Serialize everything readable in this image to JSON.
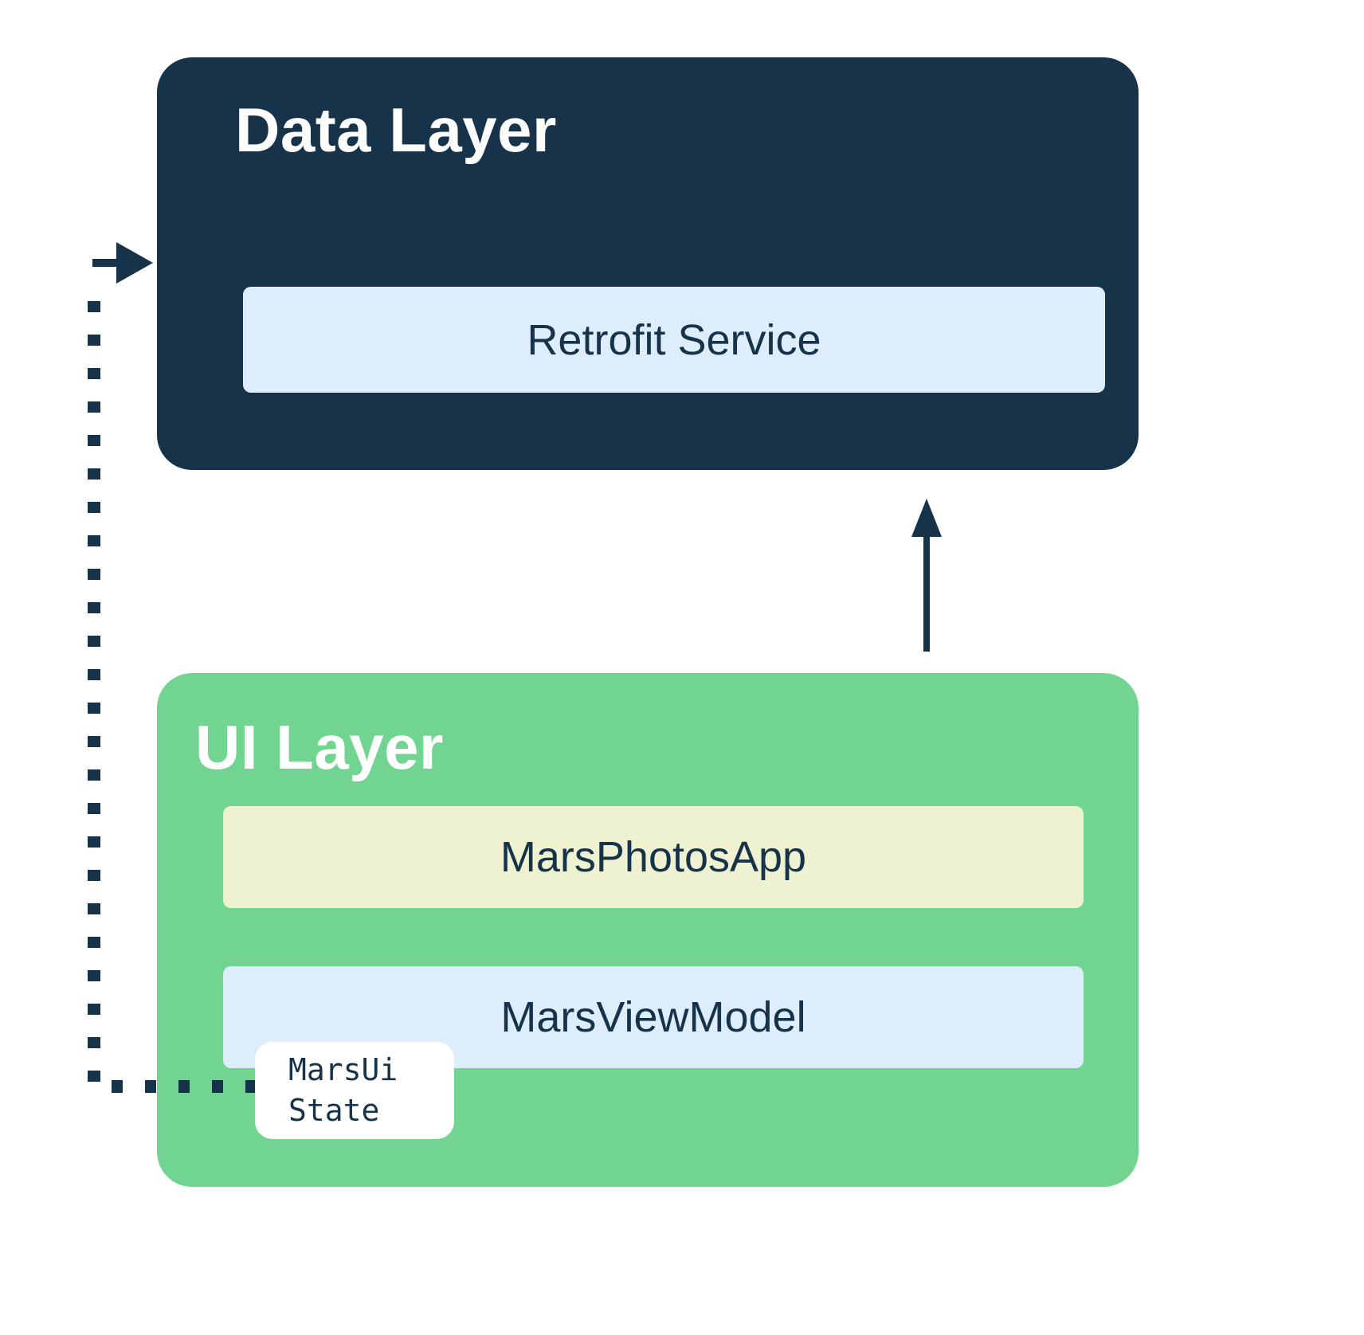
{
  "diagram": {
    "data_layer": {
      "title": "Data Layer",
      "children": {
        "retrofit_service": "Retrofit Service"
      }
    },
    "ui_layer": {
      "title": "UI Layer",
      "children": {
        "mars_photos_app": "MarsPhotosApp",
        "mars_view_model": "MarsViewModel",
        "mars_ui_state": "MarsUi\nState"
      }
    },
    "arrows": {
      "solid_arrow": "ui-layer-to-data-layer",
      "dotted_arrow": "mars-ui-state-to-data-layer"
    },
    "colors": {
      "dark_navy": "#16334a",
      "green": "#71d491",
      "light_blue": "#ddedfc",
      "light_yellow": "#eef2d0",
      "white": "#ffffff"
    }
  }
}
